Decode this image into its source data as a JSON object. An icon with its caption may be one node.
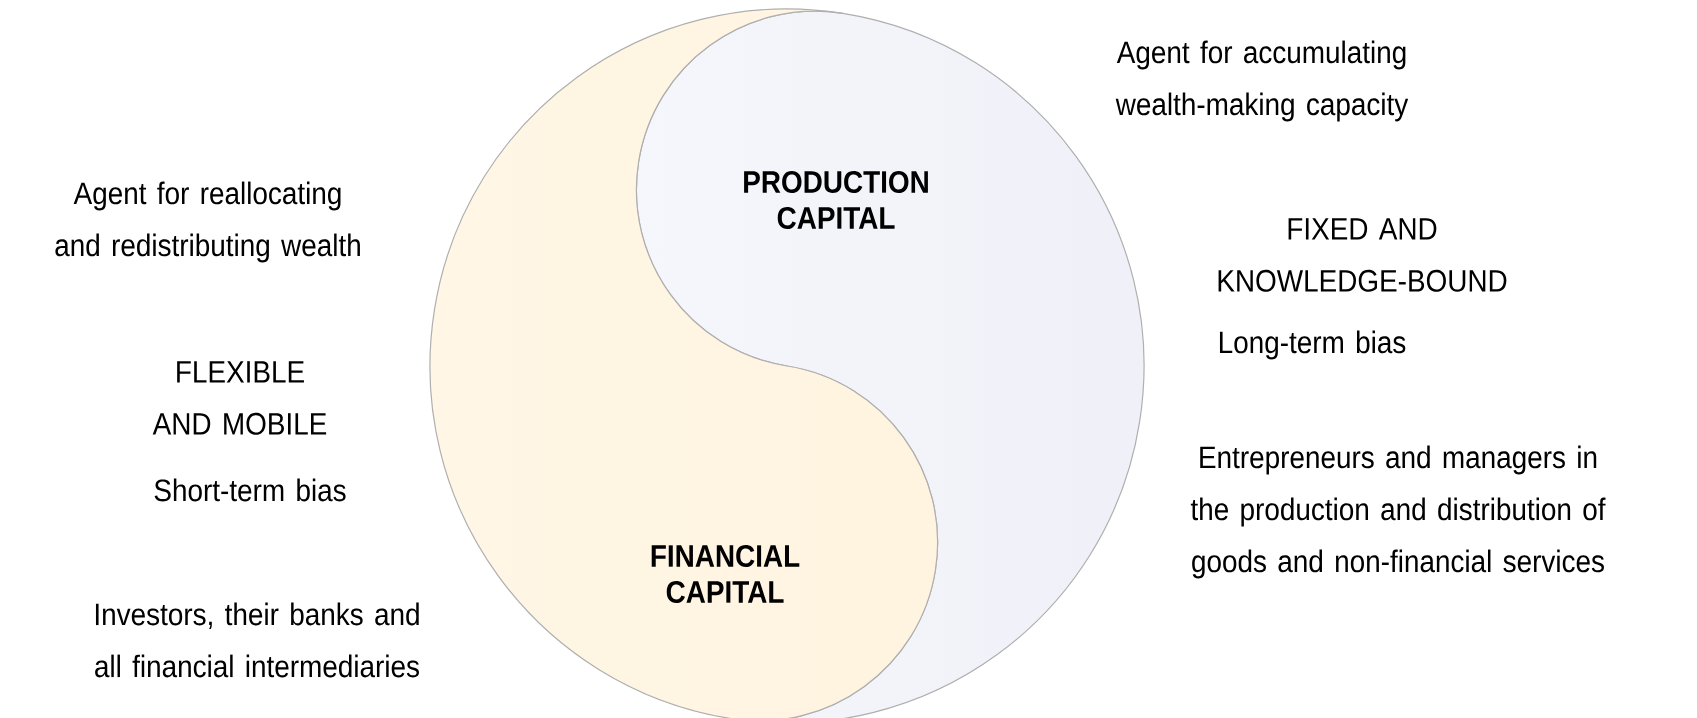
{
  "diagram": {
    "nodes": [
      {
        "text": [
          "PRODUCTION CAPITAL"
        ]
      },
      {
        "text": [
          "FINANCIAL CAPITAL"
        ]
      }
    ],
    "labels": [
      "Agent for accumulating wealth-making capacity",
      "Agent for reallocating and redistributing wealth",
      "FIXED AND KNOWLEDGE-BOUND",
      "Long-term bias",
      "FLEXIBLE AND MOBILE",
      "Short-term bias",
      "Entrepreneurs and managers in the production and distribution of goods and non-financial services",
      "Investors, their banks and all financial intermediaries"
    ]
  }
}
